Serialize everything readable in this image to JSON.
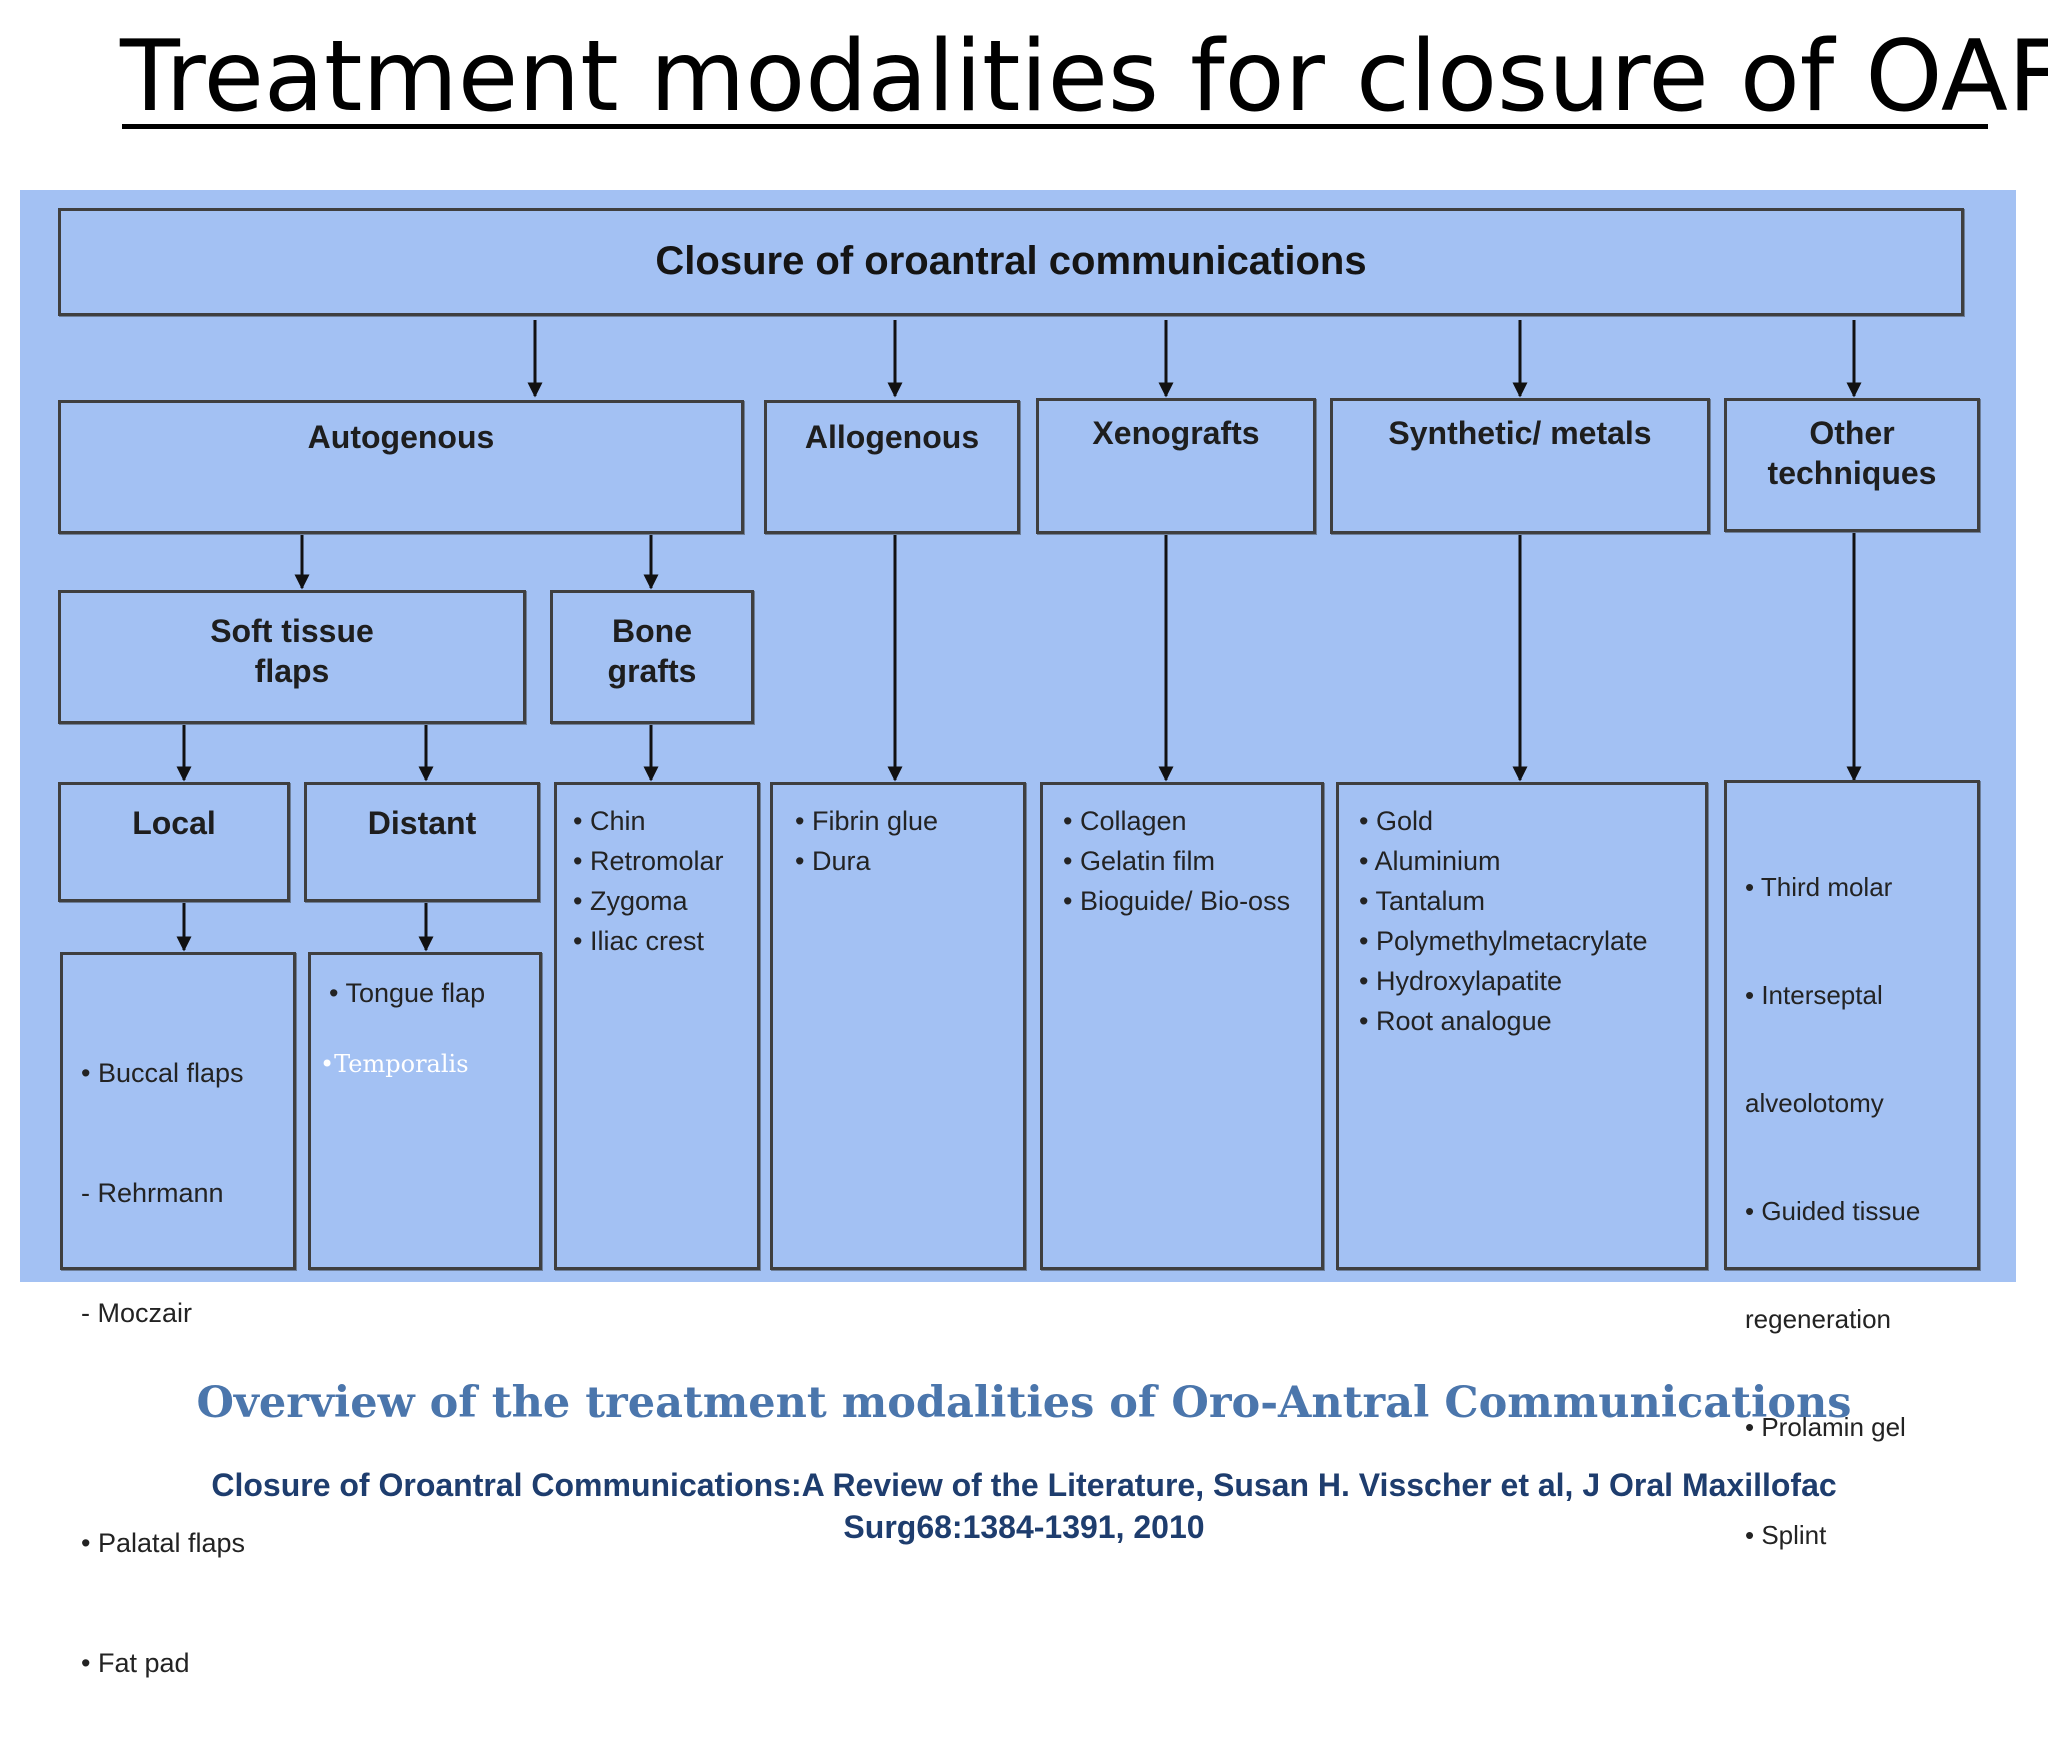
{
  "slide_title": "Treatment modalities for closure of OAF",
  "diagram": {
    "root": "Closure of oroantral communications",
    "categories": {
      "autogenous": "Autogenous",
      "allogenous": "Allogenous",
      "xenografts": "Xenografts",
      "synthetic": "Synthetic/ metals",
      "other": [
        "Other",
        "techniques"
      ]
    },
    "subcategories": {
      "soft_tissue": [
        "Soft tissue",
        "flaps"
      ],
      "bone_grafts": [
        "Bone",
        "grafts"
      ],
      "local": "Local",
      "distant": "Distant"
    },
    "lists": {
      "local": [
        "• Buccal flaps",
        "  - Rehrmann",
        "  - Moczair",
        "",
        "• Palatal flaps",
        "• Fat pad"
      ],
      "distant": [
        "• Tongue flap"
      ],
      "bone": [
        "• Chin",
        "• Retromolar",
        "• Zygoma",
        "• Iliac crest"
      ],
      "allogenous": [
        "• Fibrin glue",
        "• Dura"
      ],
      "xenografts": [
        "• Collagen",
        "• Gelatin film",
        "• Bioguide/ Bio-oss"
      ],
      "synthetic": [
        "• Gold",
        "• Aluminium",
        "• Tantalum",
        "• Polymethylmetacrylate",
        "• Hydroxylapatite",
        "• Root analogue"
      ],
      "other": [
        "• Third molar",
        "• Interseptal",
        "   alveolotomy",
        "• Guided tissue",
        "   regeneration",
        "• Prolamin gel",
        "• Splint"
      ]
    },
    "temporalis_note": "•Temporalis"
  },
  "caption": "Overview of the treatment modalities of Oro-Antral Communications",
  "reference": [
    "Closure of Oroantral Communications:A Review of the Literature, Susan H. Visscher et al, J Oral Maxillofac",
    "Surg68:1384-1391, 2010"
  ],
  "colors": {
    "panel": "#a3c1f3",
    "box_border": "#3f3f3f",
    "caption": "#4b76ac",
    "reference": "#1e3d6e"
  }
}
